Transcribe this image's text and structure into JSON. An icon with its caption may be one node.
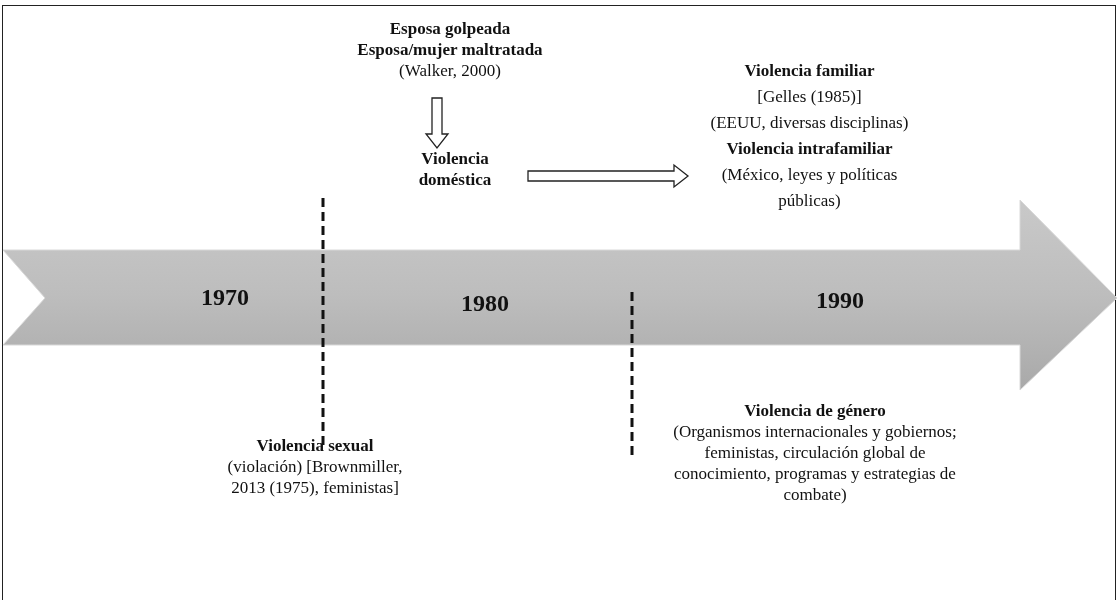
{
  "diagram": {
    "nodes": [
      {
        "text": [
          "Esposa golpeada",
          "Esposa/mujer maltratada",
          "(Walker, 2000)"
        ]
      },
      {
        "text": [
          "Violencia doméstica"
        ]
      },
      {
        "text": [
          "Violencia familiar",
          "[Gelles (1985)]",
          "(EEUU, diversas disciplinas)",
          "Violencia intrafamiliar",
          "(México, leyes y políticas públicas)"
        ]
      }
    ],
    "edges": [
      {
        "from": 0,
        "to": 1,
        "arrow": "to"
      },
      {
        "from": 1,
        "to": 2,
        "arrow": "to"
      }
    ],
    "labels": [
      "1970",
      "1980",
      "1990",
      "Violencia sexual",
      "(violación) [Brownmiller, 2013 (1975), feministas]",
      "Violencia de género",
      "(Organismos internacionales y gobiernos; feministas, circulación global de conocimiento, programas y estrategias de combate)"
    ]
  }
}
